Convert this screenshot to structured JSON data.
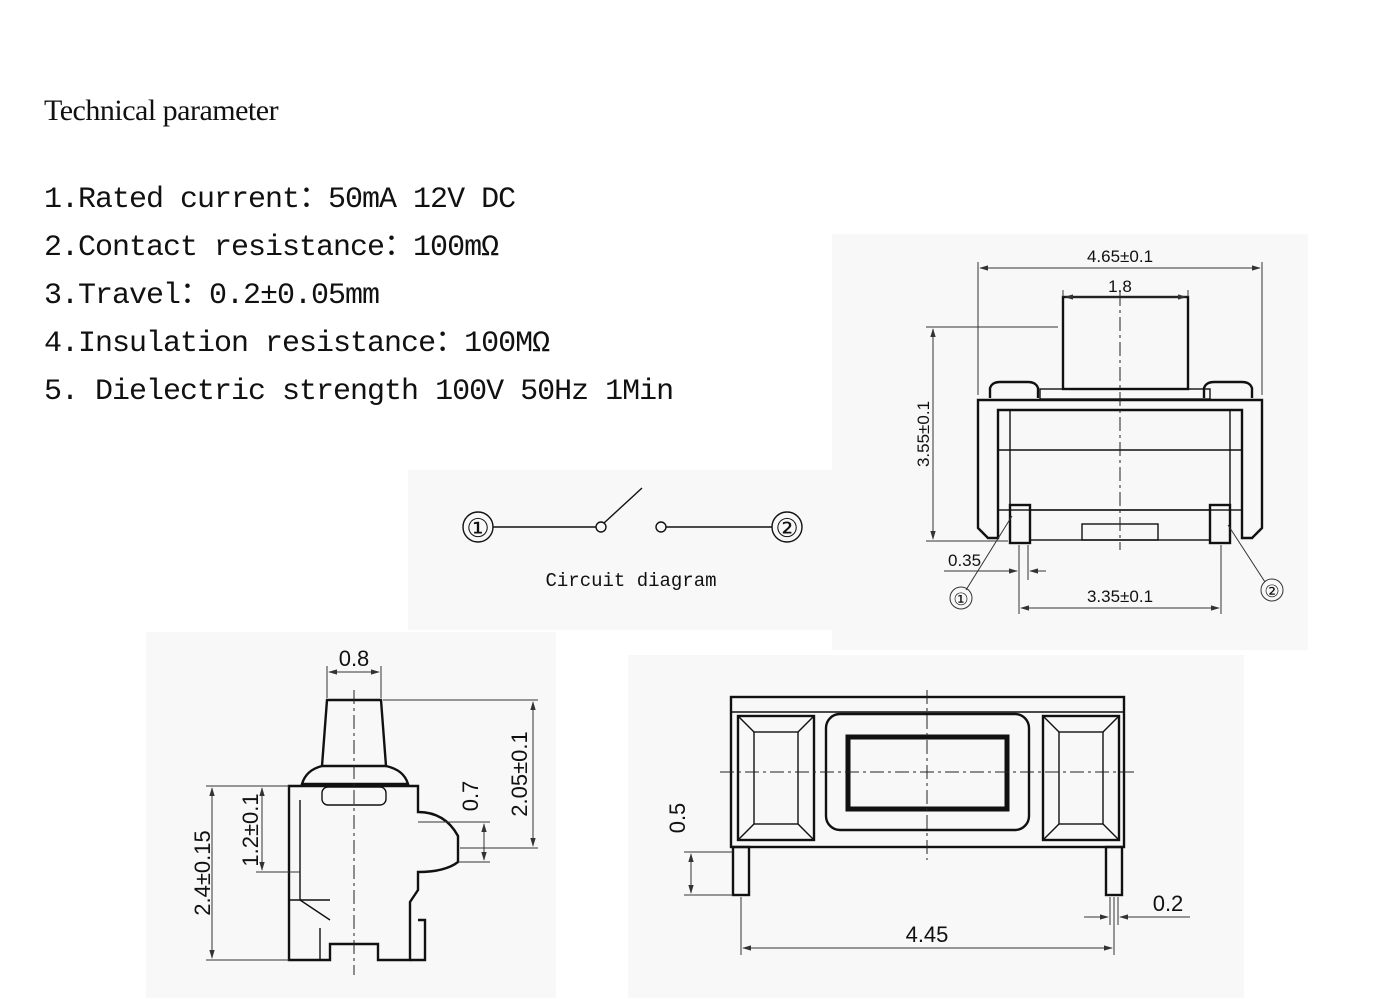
{
  "title": "Technical parameter",
  "parameters": [
    "1.Rated current：50mA 12V DC",
    "2.Contact resistance：100mΩ",
    "3.Travel：0.2±0.05mm",
    "4.Insulation resistance：100MΩ",
    "5. Dielectric strength 100V 50Hz 1Min"
  ],
  "circuit": {
    "caption": "Circuit diagram",
    "terminal_1": "①",
    "terminal_2": "②"
  },
  "front_view": {
    "width_dim": "4.65±0.1",
    "actuator_dim": "1.8",
    "height_dim": "3.55±0.1",
    "pin_dim": "0.35",
    "pitch_dim": "3.35±0.1",
    "pin_1": "①",
    "pin_2": "②"
  },
  "side_view": {
    "actuator_dim": "0.8",
    "body_dim": "1.2±0.1",
    "total_dim": "2.4±0.15",
    "notch_dim": "0.7",
    "height_dim": "2.05±0.1"
  },
  "top_view": {
    "standoff_dim": "0.5",
    "lead_dim": "0.2",
    "span_dim": "4.45"
  }
}
